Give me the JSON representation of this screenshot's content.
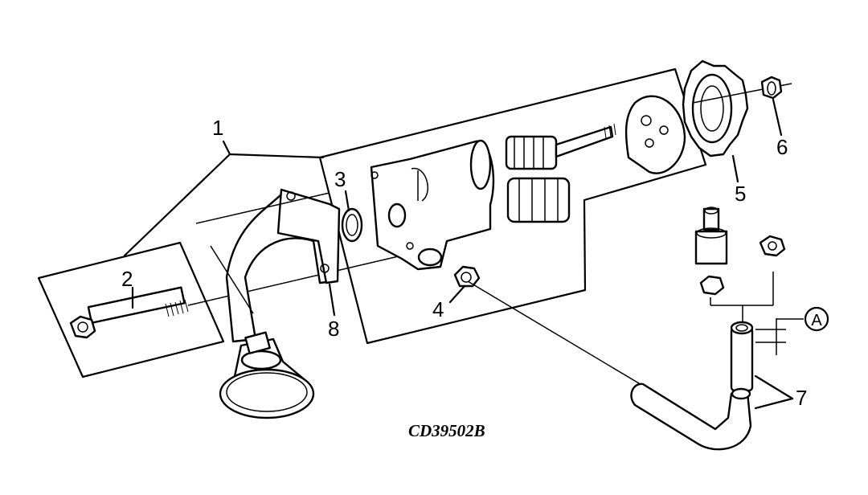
{
  "diagram": {
    "callouts": {
      "c1": "1",
      "c2": "2",
      "c3": "3",
      "c4": "4",
      "c5": "5",
      "c6": "6",
      "c7": "7",
      "c8": "8",
      "cA": "A"
    },
    "figure_code": "CD39502B"
  }
}
